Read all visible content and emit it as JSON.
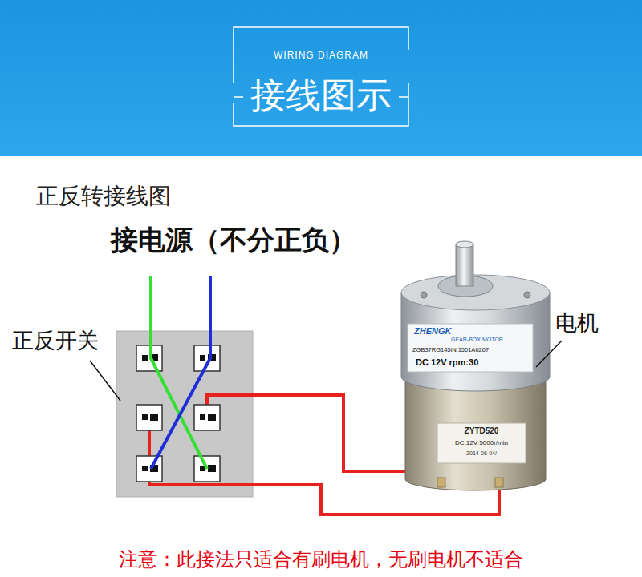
{
  "diagram": {
    "title": "正反转接线图",
    "nodes": [
      {
        "text": [
          "WIRING DIAGRAM",
          "接线图示"
        ]
      }
    ],
    "labels": [
      "接电源（不分正负）",
      "正反开关",
      "电机",
      "ZHENGK",
      "GEAR-BOX MOTOR",
      "ZGB37RG145iN:1501A6207",
      "DC 12V rpm:30",
      "ZYTD520",
      "DC:12V 5000r/min",
      "2014-06-04/",
      "注意：此接法只适合有刷电机，无刷电机不适合"
    ]
  }
}
